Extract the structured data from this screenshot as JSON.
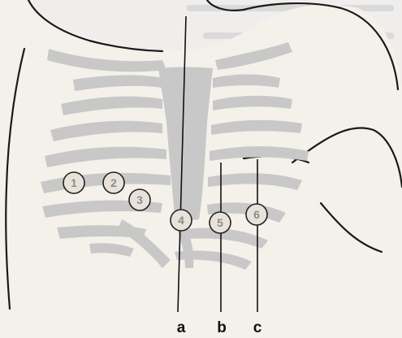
{
  "electrodes": [
    {
      "label": "1"
    },
    {
      "label": "2"
    },
    {
      "label": "3"
    },
    {
      "label": "4"
    },
    {
      "label": "5"
    },
    {
      "label": "6"
    }
  ],
  "reference_lines": [
    {
      "label": "a"
    },
    {
      "label": "b"
    },
    {
      "label": "c"
    }
  ],
  "colors": {
    "skin": "#f4f1ea",
    "bone": "#c8c8c8",
    "background_text": "#d8d8d8",
    "outline": "#1a1a1a"
  }
}
